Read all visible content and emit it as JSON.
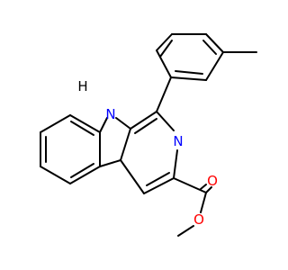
{
  "diagram": {
    "type": "chemical-structure",
    "background": "#ffffff",
    "bond_color": "#000000",
    "atoms": {
      "nh": {
        "text": "N",
        "h_text": "H",
        "color": "#0000ff"
      },
      "n_ring": {
        "text": "N",
        "color": "#0000ff"
      },
      "o_carbonyl": {
        "text": "O",
        "color": "#ff0000"
      },
      "o_ester": {
        "text": "O",
        "color": "#ff0000"
      }
    }
  }
}
